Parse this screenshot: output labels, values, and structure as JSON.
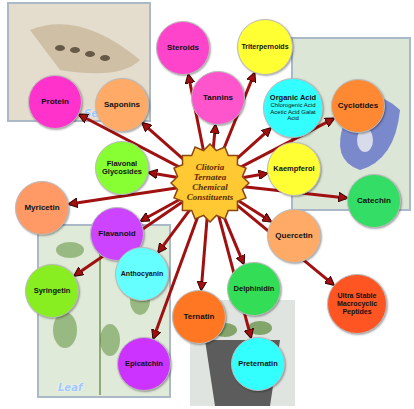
{
  "diagram": {
    "nodes": [
      {
        "text": [
          "Clitoria Ternatea Chemical Constituents"
        ]
      },
      {
        "text": [
          "Steroids"
        ]
      },
      {
        "text": [
          "Triterpernoids"
        ]
      },
      {
        "text": [
          "Protein"
        ]
      },
      {
        "text": [
          "Tannins"
        ]
      },
      {
        "text": [
          "Saponins"
        ]
      },
      {
        "text": [
          "Organic Acid",
          "Chlorogenic Acid Acetic Acid Galat Acid"
        ]
      },
      {
        "text": [
          "Cyclotides"
        ]
      },
      {
        "text": [
          "Flavonal Glycosides"
        ]
      },
      {
        "text": [
          "Kaempferol"
        ]
      },
      {
        "text": [
          "Catechin"
        ]
      },
      {
        "text": [
          "Myricetin"
        ]
      },
      {
        "text": [
          "Flavanoid"
        ]
      },
      {
        "text": [
          "Quercetin"
        ]
      },
      {
        "text": [
          "Anthocyanin"
        ]
      },
      {
        "text": [
          "Syringetin"
        ]
      },
      {
        "text": [
          "Delphinidin"
        ]
      },
      {
        "text": [
          "Ultra Stable Macrocyclic Peptides"
        ]
      },
      {
        "text": [
          "Ternatin"
        ]
      },
      {
        "text": [
          "Epicatchin"
        ]
      },
      {
        "text": [
          "Preternatin"
        ]
      }
    ],
    "edges": [
      {
        "from": 0,
        "to": 1,
        "arrow": "to"
      },
      {
        "from": 0,
        "to": 2,
        "arrow": "to"
      },
      {
        "from": 0,
        "to": 3,
        "arrow": "to"
      },
      {
        "from": 0,
        "to": 4,
        "arrow": "to"
      },
      {
        "from": 0,
        "to": 5,
        "arrow": "to"
      },
      {
        "from": 0,
        "to": 6,
        "arrow": "to"
      },
      {
        "from": 0,
        "to": 7,
        "arrow": "to"
      },
      {
        "from": 0,
        "to": 8,
        "arrow": "to"
      },
      {
        "from": 0,
        "to": 9,
        "arrow": "to"
      },
      {
        "from": 0,
        "to": 10,
        "arrow": "to"
      },
      {
        "from": 0,
        "to": 11,
        "arrow": "to"
      },
      {
        "from": 0,
        "to": 12,
        "arrow": "to"
      },
      {
        "from": 0,
        "to": 13,
        "arrow": "to"
      },
      {
        "from": 0,
        "to": 14,
        "arrow": "to"
      },
      {
        "from": 0,
        "to": 15,
        "arrow": "to"
      },
      {
        "from": 0,
        "to": 16,
        "arrow": "to"
      },
      {
        "from": 0,
        "to": 17,
        "arrow": "to"
      },
      {
        "from": 0,
        "to": 18,
        "arrow": "to"
      },
      {
        "from": 0,
        "to": 19,
        "arrow": "to"
      },
      {
        "from": 0,
        "to": 20,
        "arrow": "to"
      }
    ],
    "labels": [
      "Seeds",
      "Leaf"
    ]
  }
}
